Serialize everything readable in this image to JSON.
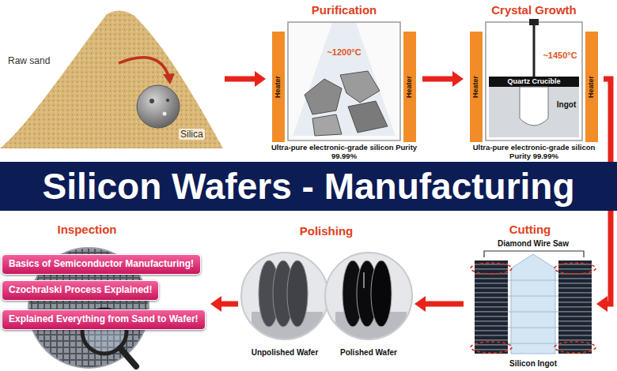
{
  "diagram": {
    "title": "Silicon Wafers - Manufacturing",
    "nodes": [
      {
        "text": [
          "Raw sand",
          "Silica"
        ]
      },
      {
        "text": [
          "Purification",
          "Ultra-pure electronic-grade silicon Purity 99.99%"
        ]
      },
      {
        "text": [
          "Crystal Growth",
          "Ultra-pure electronic-grade silicon Purity 99.99%"
        ]
      },
      {
        "text": [
          "Inspection"
        ]
      },
      {
        "text": [
          "Basics of Semiconductor Manufacturing!"
        ],
        "in": 3
      },
      {
        "text": [
          "Czochralski Process Explained!"
        ],
        "in": 3
      },
      {
        "text": [
          "Explained Everything from Sand to Wafer!"
        ],
        "in": 3
      },
      {
        "text": [
          "Polishing"
        ]
      },
      {
        "text": [
          "Cutting"
        ]
      }
    ],
    "edges": [
      {
        "from": 0,
        "to": 1,
        "arrow": "to"
      },
      {
        "from": 1,
        "to": 2,
        "arrow": "to"
      },
      {
        "from": 2,
        "to": 8,
        "arrow": "to"
      },
      {
        "from": 8,
        "to": 7,
        "arrow": "to"
      },
      {
        "from": 7,
        "to": 3,
        "arrow": "to"
      }
    ],
    "labels": [
      "~1200°C",
      "Heater",
      "Heater",
      "~1450°C",
      "Quartz Crucible",
      "Ingot",
      "Heater",
      "Heater",
      "Diamond Wire Saw",
      "Unpolished Wafer",
      "Polished Wafer",
      "Silicon Ingot"
    ]
  }
}
